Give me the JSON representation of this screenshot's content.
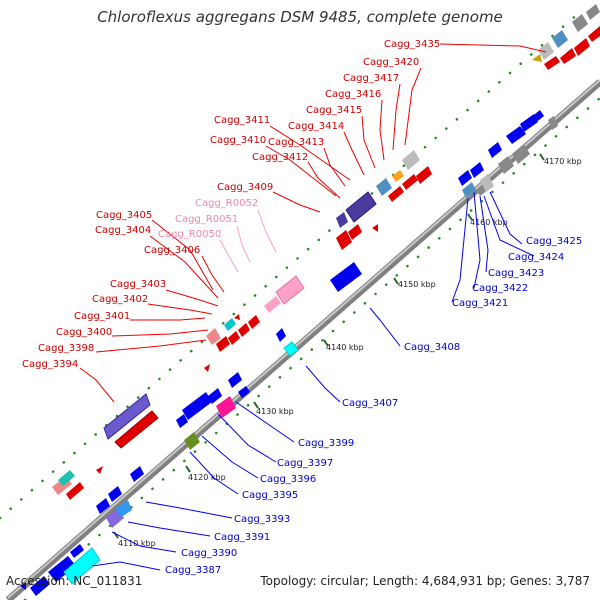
{
  "title": "Chloroflexus aggregans DSM 9485, complete genome",
  "accession": "Accession: NC_011831",
  "summary": "Topology: circular; Length: 4,684,931 bp; Genes: 3,787",
  "kbp_ticks": [
    "4110 kbp",
    "4120 kbp",
    "4130 kbp",
    "4140 kbp",
    "4150 kbp",
    "4160 kbp",
    "4170 kbp"
  ],
  "upper_labels": [
    {
      "text": "Cagg_3435",
      "color": "#cc0000"
    },
    {
      "text": "Cagg_3420",
      "color": "#cc0000"
    },
    {
      "text": "Cagg_3417",
      "color": "#cc0000"
    },
    {
      "text": "Cagg_3416",
      "color": "#cc0000"
    },
    {
      "text": "Cagg_3415",
      "color": "#cc0000"
    },
    {
      "text": "Cagg_3411",
      "color": "#cc0000"
    },
    {
      "text": "Cagg_3414",
      "color": "#cc0000"
    },
    {
      "text": "Cagg_3410",
      "color": "#cc0000"
    },
    {
      "text": "Cagg_3413",
      "color": "#cc0000"
    },
    {
      "text": "Cagg_3412",
      "color": "#cc0000"
    },
    {
      "text": "Cagg_3409",
      "color": "#cc0000"
    },
    {
      "text": "Cagg_R0052",
      "color": "#ee88aa"
    },
    {
      "text": "Cagg_3405",
      "color": "#cc0000"
    },
    {
      "text": "Cagg_R0051",
      "color": "#ee88aa"
    },
    {
      "text": "Cagg_3404",
      "color": "#cc0000"
    },
    {
      "text": "Cagg_R0050",
      "color": "#ee88aa"
    },
    {
      "text": "Cagg_3406",
      "color": "#cc0000"
    },
    {
      "text": "Cagg_3403",
      "color": "#cc0000"
    },
    {
      "text": "Cagg_3402",
      "color": "#cc0000"
    },
    {
      "text": "Cagg_3401",
      "color": "#cc0000"
    },
    {
      "text": "Cagg_3400",
      "color": "#cc0000"
    },
    {
      "text": "Cagg_3398",
      "color": "#cc0000"
    },
    {
      "text": "Cagg_3394",
      "color": "#cc0000"
    }
  ],
  "lower_labels": [
    {
      "text": "Cagg_3425",
      "color": "#0000cc"
    },
    {
      "text": "Cagg_3424",
      "color": "#0000cc"
    },
    {
      "text": "Cagg_3423",
      "color": "#0000cc"
    },
    {
      "text": "Cagg_3422",
      "color": "#0000cc"
    },
    {
      "text": "Cagg_3421",
      "color": "#0000cc"
    },
    {
      "text": "Cagg_3408",
      "color": "#0000cc"
    },
    {
      "text": "Cagg_3407",
      "color": "#0000cc"
    },
    {
      "text": "Cagg_3399",
      "color": "#0000cc"
    },
    {
      "text": "Cagg_3397",
      "color": "#0000cc"
    },
    {
      "text": "Cagg_3396",
      "color": "#0000cc"
    },
    {
      "text": "Cagg_3395",
      "color": "#0000cc"
    },
    {
      "text": "Cagg_3393",
      "color": "#0000cc"
    },
    {
      "text": "Cagg_3391",
      "color": "#0000cc"
    },
    {
      "text": "Cagg_3390",
      "color": "#0000cc"
    },
    {
      "text": "Cagg_3387",
      "color": "#0000cc"
    }
  ],
  "colors": {
    "forward_gene": "#ff0000",
    "reverse_gene": "#0000ee",
    "rna_gene": "#ffa0c8",
    "backbone": "#a0a0a0",
    "tick_green": "#228822"
  }
}
